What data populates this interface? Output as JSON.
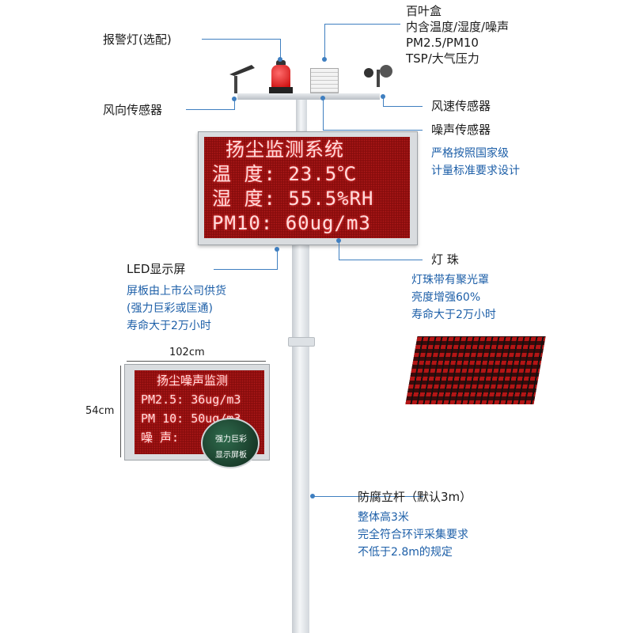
{
  "labels": {
    "alarm": "报警灯(选配)",
    "louver_title": "百叶盒",
    "louver_lines": [
      "内含温度/湿度/噪声",
      "PM2.5/PM10",
      "TSP/大气压力"
    ],
    "wind_direction": "风向传感器",
    "wind_speed": "风速传感器",
    "noise": "噪声传感器",
    "standard_lines": [
      "严格按照国家级",
      "计量标准要求设计"
    ],
    "led_title": "LED显示屏",
    "led_desc_lines": [
      "屏板由上市公司供货",
      "(强力巨彩或匡通)",
      "寿命大于2万小时"
    ],
    "bead_title": "灯  珠",
    "bead_desc_lines": [
      "灯珠带有聚光罩",
      "亮度增强60%",
      "寿命大于2万小时"
    ],
    "pole_title": "防腐立杆（默认3m）",
    "pole_desc_lines": [
      "整体高3米",
      "完全符合环评采集要求",
      "不低于2.8m的规定"
    ]
  },
  "main_screen": {
    "lines": [
      "扬尘监测系统",
      "温  度:  23.5℃",
      "湿  度:  55.5%RH",
      "PM10:  60ug/m3"
    ]
  },
  "small_screen": {
    "title": "扬尘噪声监测",
    "lines": [
      "PM2.5: 36ug/m3",
      "PM 10: 50ug/m3",
      "噪  声:"
    ],
    "chip_top": "强力巨彩",
    "chip_bottom": "显示屏板",
    "width_label": "102cm",
    "height_label": "54cm"
  },
  "colors": {
    "callout_line": "#3f7fc0",
    "blue_text": "#1d5fa8",
    "led_red": "#8a0d0d"
  }
}
